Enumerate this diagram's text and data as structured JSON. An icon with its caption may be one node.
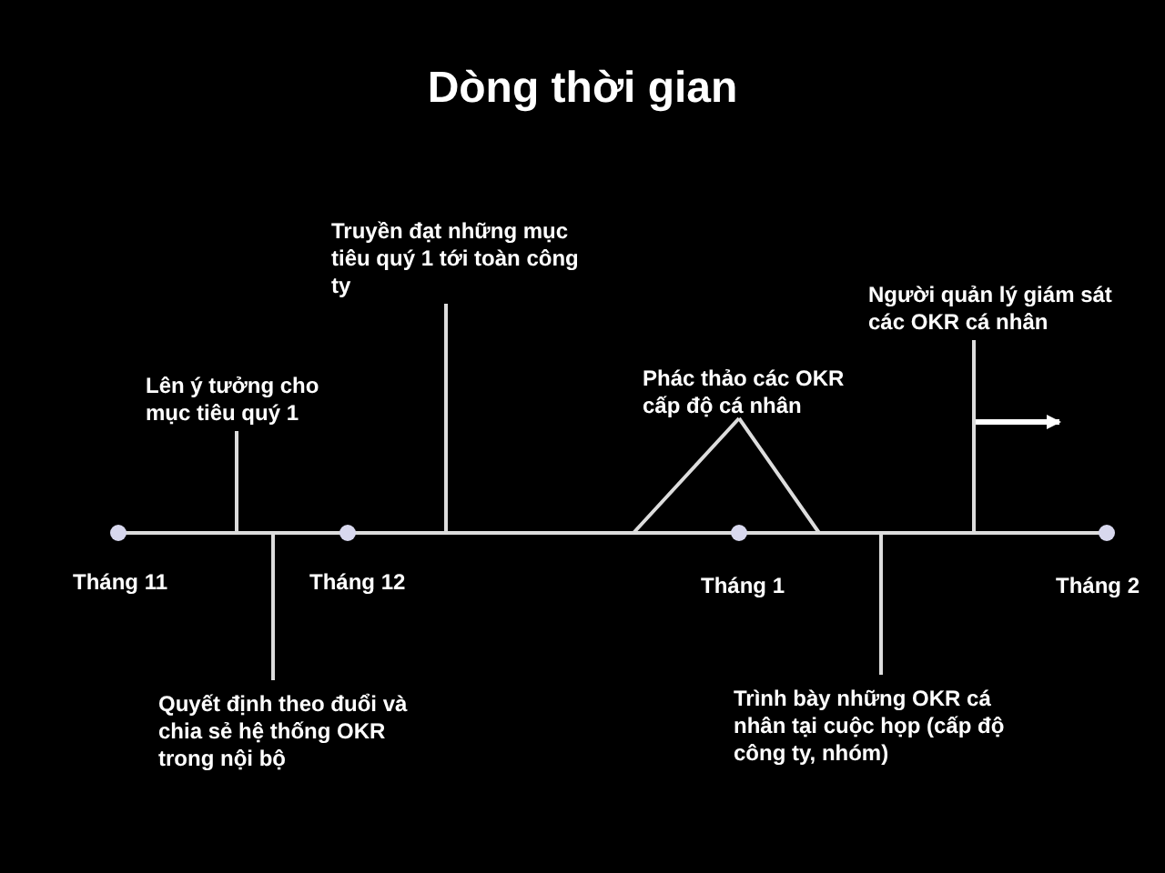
{
  "diagram": {
    "title": "Dòng thời gian",
    "nodes": [
      {
        "text": [
          "Lên ý tưởng cho mục tiêu quý 1"
        ]
      },
      {
        "text": [
          "Quyết định theo đuổi và chia sẻ hệ thống OKR trong nội bộ"
        ]
      },
      {
        "text": [
          "Truyền đạt những mục tiêu quý 1 tới toàn công ty"
        ]
      },
      {
        "text": [
          "Phác thảo các OKR cấp độ cá nhân"
        ]
      },
      {
        "text": [
          "Trình bày những OKR cá nhân tại cuộc họp (cấp độ công ty, nhóm)"
        ]
      },
      {
        "text": [
          "Người quản lý giám sát các OKR cá nhân"
        ]
      }
    ],
    "edges": [
      {
        "from": 0,
        "to": null,
        "arrow": "none"
      },
      {
        "from": 1,
        "to": null,
        "arrow": "none"
      },
      {
        "from": 2,
        "to": null,
        "arrow": "none"
      },
      {
        "from": 3,
        "to": null,
        "arrow": "none"
      },
      {
        "from": 4,
        "to": null,
        "arrow": "none"
      },
      {
        "from": 5,
        "to": null,
        "arrow": "none"
      }
    ],
    "labels": [
      "Tháng 11",
      "Tháng 12",
      "Tháng 1",
      "Tháng 2"
    ]
  }
}
